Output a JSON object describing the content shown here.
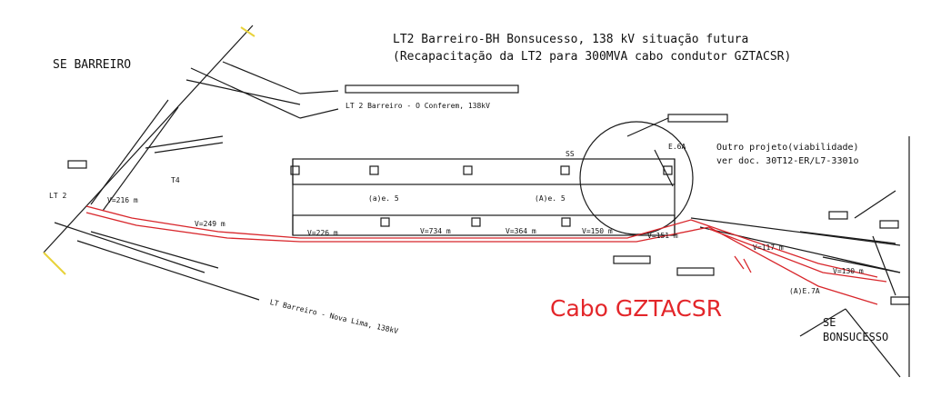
{
  "title_line1": "LT2 Barreiro-BH Bonsucesso, 138 kV situação futura",
  "title_line2": "(Recapacitação da LT2 para 300MVA cabo condutor GZTACSR)",
  "substation_left": "SE BARREIRO",
  "substation_right_line1": "SE",
  "substation_right_line2": "BONSUCESSO",
  "lt2_label": "LT 2",
  "lt_ouro_label": "LT 2 Barreiro - O Conferem, 138kV",
  "lt_nova_lima_label": "LT Barreiro - Nova Lima, 138kV",
  "note_line1": "Outro projeto(viabilidade)",
  "note_line2": "ver doc. 30T12-ER/L7-3301o",
  "t4_label": "T4",
  "ss_label": "SS",
  "e6a_label": "E.6A",
  "ale5_label_a": "(a)e. 5",
  "ale5_label_b": "(A)e. 5",
  "ae7a_label": "(A)E.7A",
  "span_labels": [
    "V=216 m",
    "V=249 m",
    "V=226 m",
    "V=734 m",
    "V=364 m",
    "V=150 m",
    "V=151 m",
    "V=117 m",
    "V=130 m"
  ],
  "cable_label": "Cabo GZTACSR",
  "colors": {
    "line": "#1a1a1a",
    "cable": "#d8262b",
    "boundary": "#e8d23a"
  }
}
